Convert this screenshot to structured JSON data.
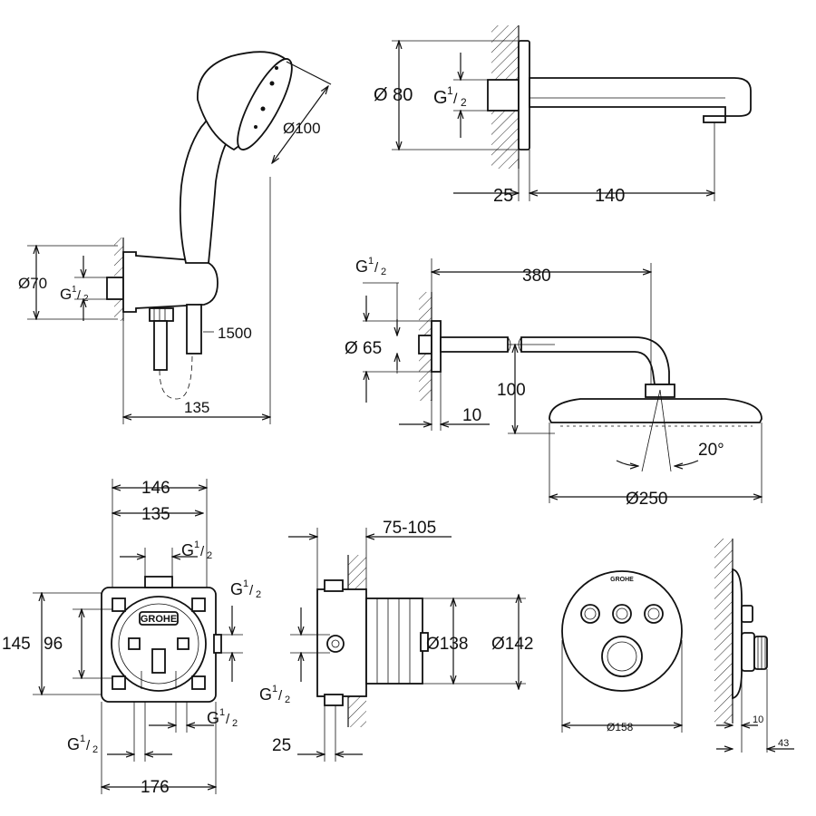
{
  "brand": "GROHE",
  "handshower": {
    "dia_70": "Ø70",
    "g_half": "G",
    "dia_100": "Ø100",
    "hose_1500": "1500",
    "w_135": "135"
  },
  "spout": {
    "dia_80": "Ø 80",
    "g_half": "G",
    "d_25": "25",
    "d_140": "140"
  },
  "headshower": {
    "g_half": "G",
    "d_380": "380",
    "dia_65": "Ø 65",
    "d_10": "10",
    "d_100": "100",
    "angle_20": "20°",
    "dia_250": "Ø250"
  },
  "box_front": {
    "w_146": "146",
    "w_135": "135",
    "g_top": "G",
    "g_right": "G",
    "h_145": "145",
    "h_96": "96",
    "g_bottom_right": "G",
    "g_bottom_left": "G",
    "w_176": "176"
  },
  "box_side": {
    "d_75_105": "75-105",
    "dia_138": "Ø138",
    "dia_142": "Ø142",
    "g_half": "G",
    "d_25": "25"
  },
  "plate": {
    "dia_158": "Ø158",
    "d_10": "10",
    "d_43": "43"
  },
  "fraction": {
    "num": "1",
    "den": "2"
  }
}
